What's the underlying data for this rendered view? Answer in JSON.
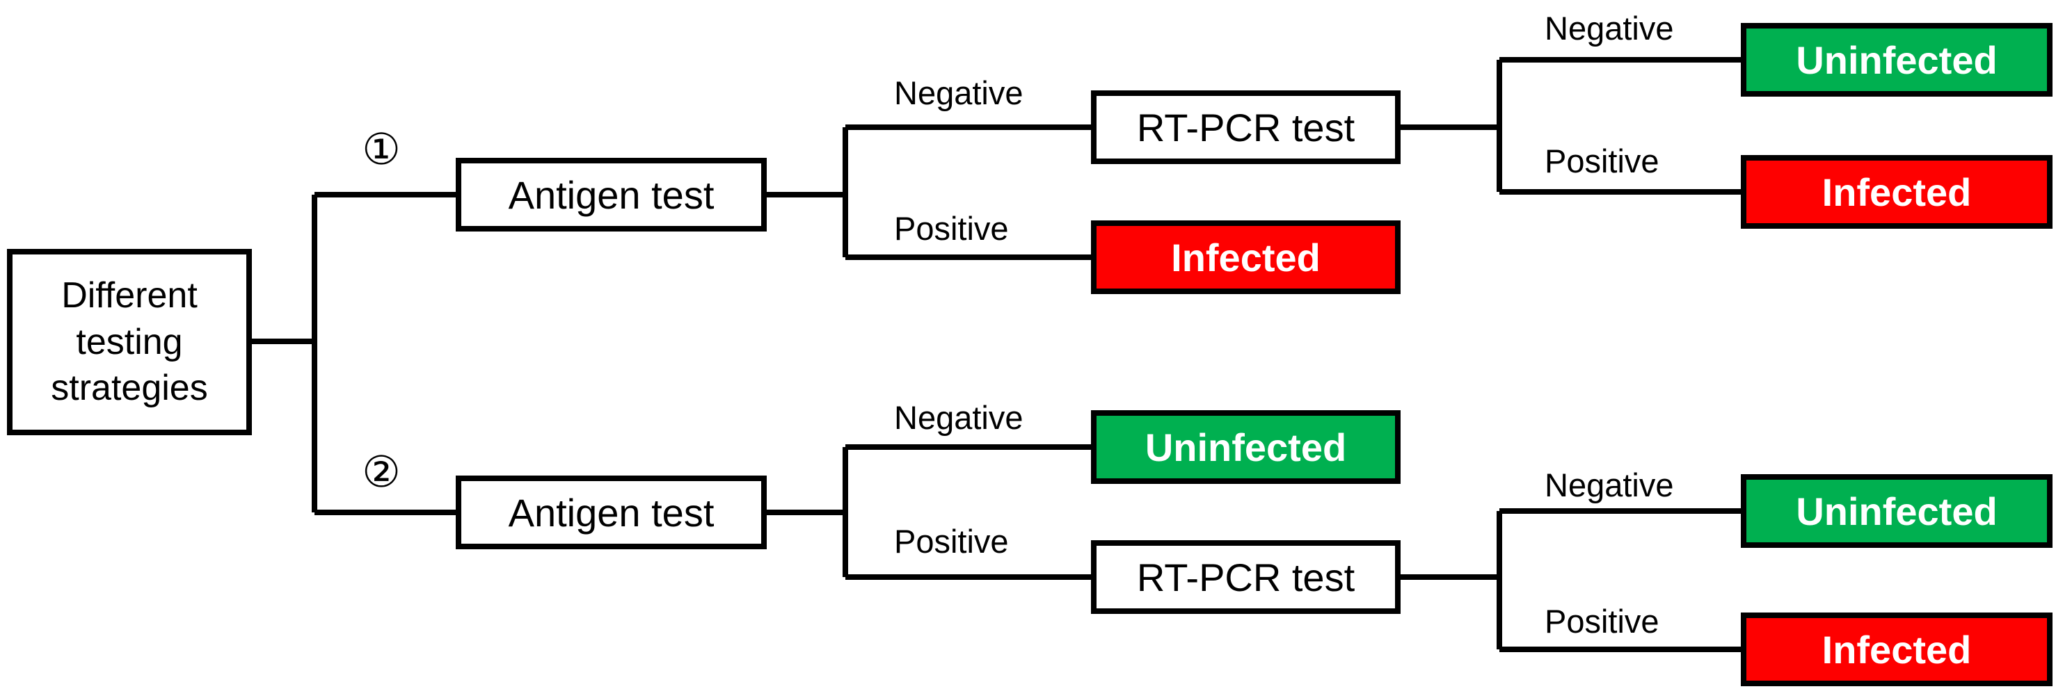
{
  "colors": {
    "uninfected_green": "#00B050",
    "infected_red": "#FE0000",
    "line_black": "#000000",
    "box_white": "#FFFFFF"
  },
  "root": {
    "label": "Different\ntesting\nstrategies"
  },
  "strategies": [
    {
      "marker": "①",
      "first_test": "Antigen test",
      "first_negative_label": "Negative",
      "first_positive_label": "Positive",
      "first_positive_outcome": "Infected",
      "second_test": "RT-PCR test",
      "second_negative_label": "Negative",
      "second_negative_outcome": "Uninfected",
      "second_positive_label": "Positive",
      "second_positive_outcome": "Infected"
    },
    {
      "marker": "②",
      "first_test": "Antigen test",
      "first_negative_label": "Negative",
      "first_negative_outcome": "Uninfected",
      "first_positive_label": "Positive",
      "second_test": "RT-PCR test",
      "second_negative_label": "Negative",
      "second_negative_outcome": "Uninfected",
      "second_positive_label": "Positive",
      "second_positive_outcome": "Infected"
    }
  ]
}
